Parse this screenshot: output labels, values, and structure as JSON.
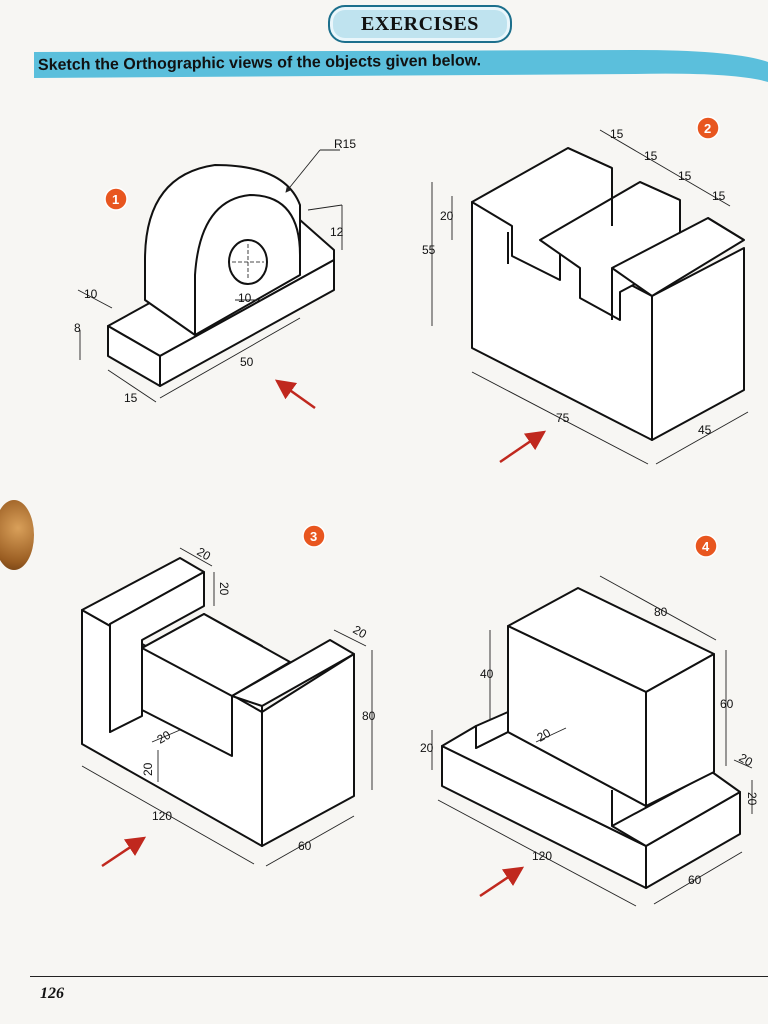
{
  "header": {
    "title": "EXERCISES"
  },
  "instruction": {
    "text": "Sketch the Orthographic views of the objects given below."
  },
  "footer": {
    "page_number": "126"
  },
  "colors": {
    "badge": "#e8561f",
    "banner": "#5bbfdc",
    "arrow": "#c0281e",
    "outline": "#111111"
  },
  "exercises": [
    {
      "number": "1",
      "dims": {
        "r": "R15",
        "d12": "12",
        "d10a": "10",
        "d8": "8",
        "d10b": "10",
        "d50": "50",
        "d15": "15"
      }
    },
    {
      "number": "2",
      "dims": {
        "d15a": "15",
        "d15b": "15",
        "d15c": "15",
        "d15d": "15",
        "d20": "20",
        "d55": "55",
        "d75": "75",
        "d45": "45"
      }
    },
    {
      "number": "3",
      "dims": {
        "d20a": "20",
        "d20b": "20",
        "d20c": "20",
        "d80": "80",
        "d20d": "20",
        "d20e": "20",
        "d120": "120",
        "d60": "60"
      }
    },
    {
      "number": "4",
      "dims": {
        "d80": "80",
        "d40": "40",
        "d60a": "60",
        "d20a": "20",
        "d20b": "20",
        "d20c": "20",
        "d20d": "20",
        "d120": "120",
        "d60b": "60"
      }
    }
  ]
}
